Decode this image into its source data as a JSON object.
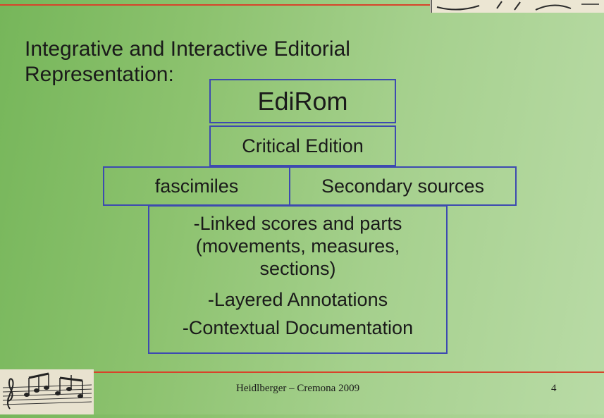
{
  "slide": {
    "title_line1": "Integrative and Interactive Editorial",
    "title_line2": "Representation:",
    "boxes": {
      "edirom": "EdiRom",
      "critical_edition": "Critical Edition",
      "fascimiles": "fascimiles",
      "secondary_sources": "Secondary sources"
    },
    "features": {
      "linked_line1": "-Linked scores and parts",
      "linked_line2": "(movements, measures,",
      "linked_line3": "sections)",
      "annotations": "-Layered Annotations",
      "documentation": "-Contextual Documentation"
    }
  },
  "footer": {
    "text": "Heidlberger – Cremona 2009",
    "page_number": "4"
  },
  "colors": {
    "accent_rule": "#d8432a",
    "box_border": "#3d4ab0",
    "background_start": "#76b65a",
    "background_end": "#b9dba6"
  },
  "icons": [
    "sheet-music-corner-icon",
    "sheet-music-footer-icon"
  ]
}
